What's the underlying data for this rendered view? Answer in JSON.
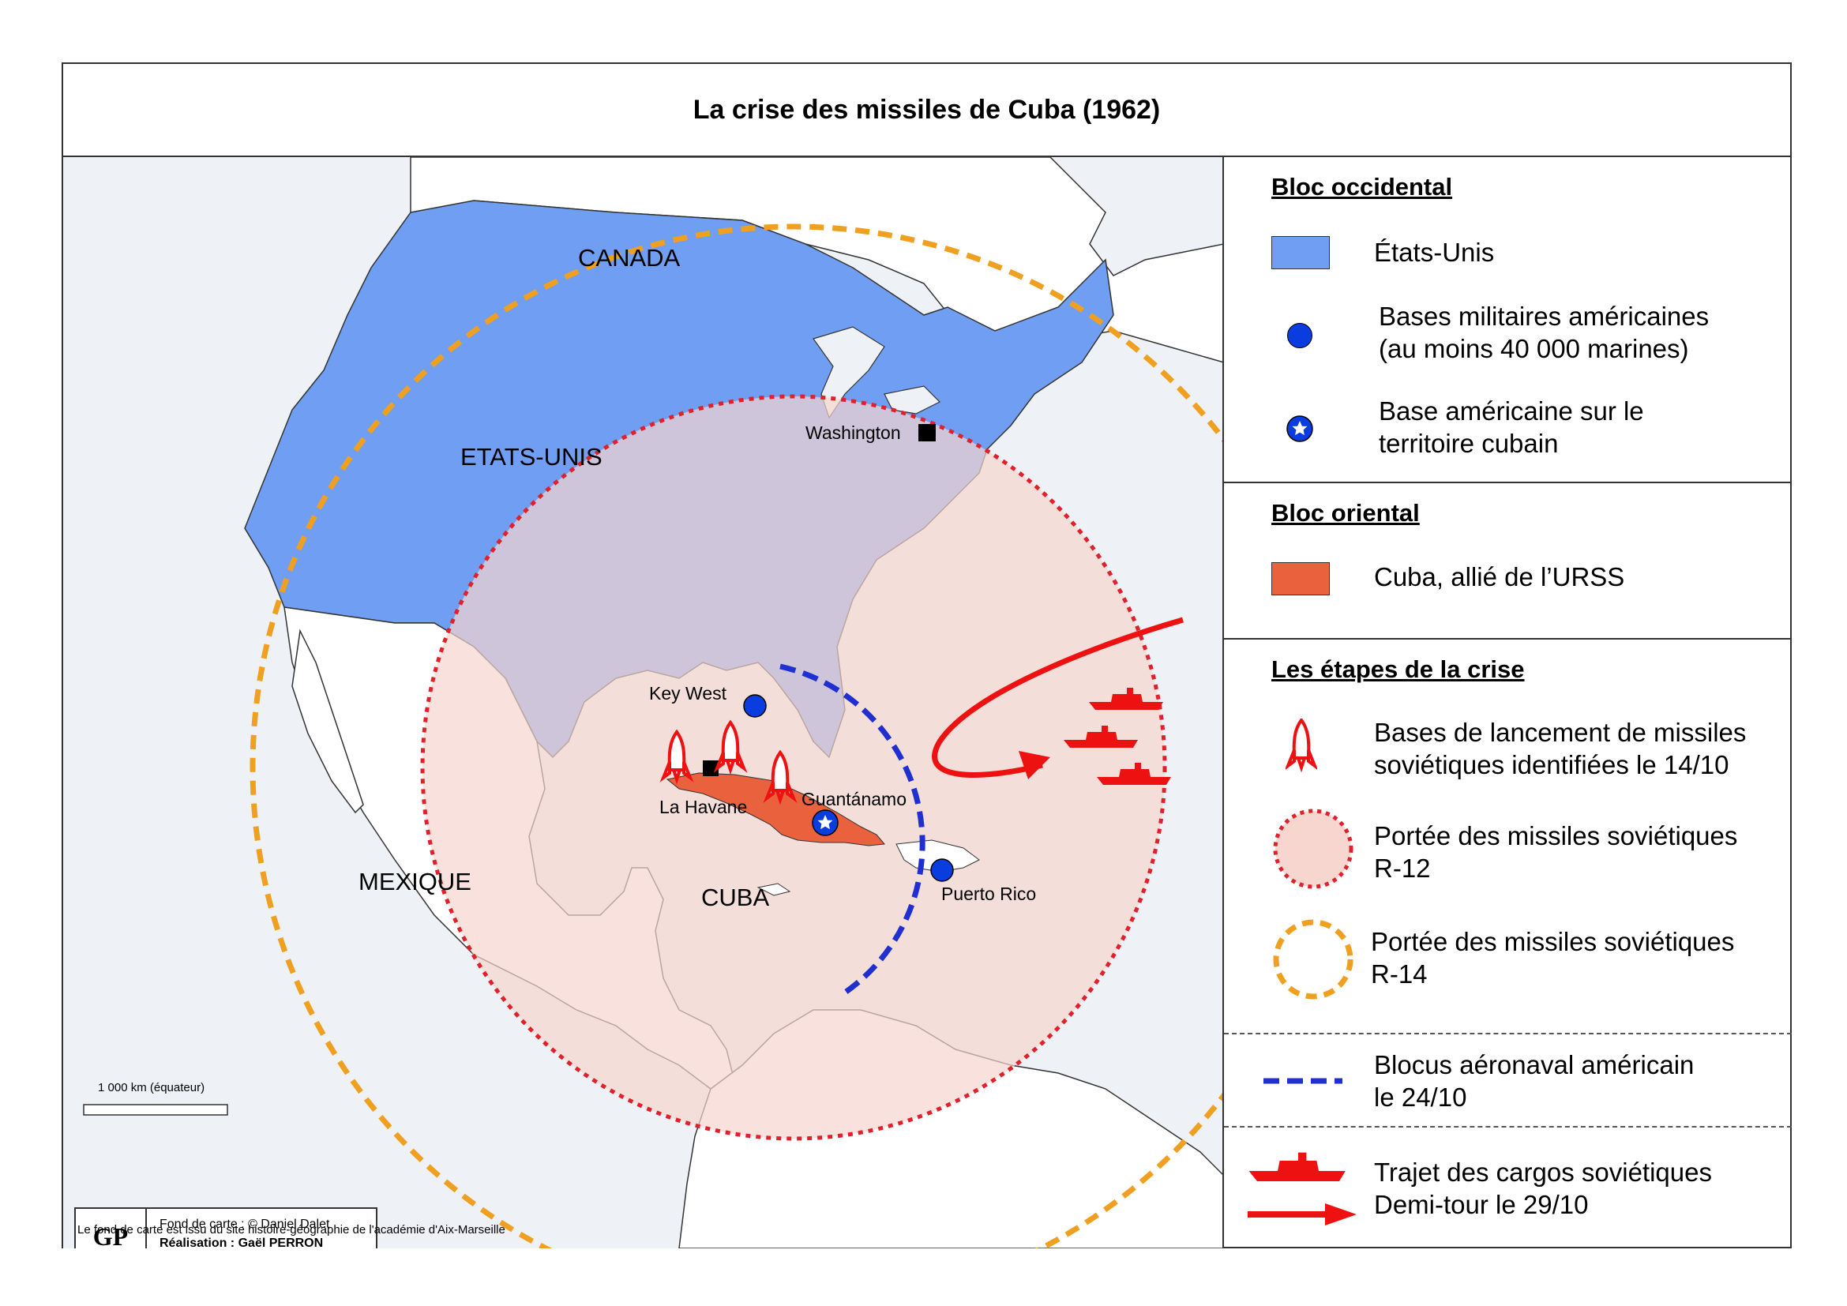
{
  "title": "La crise des missiles de Cuba (1962)",
  "colors": {
    "usa": "#6f9ef3",
    "cuba": "#e9613d",
    "r12_fill": "#f6d6cf",
    "r12_line": "#e0202a",
    "r14_line": "#f0a020",
    "blockade": "#2030d0",
    "soviet_red": "#ee1111",
    "us_base": "#0a3de0",
    "sea": "#eef1f6"
  },
  "map": {
    "labels": {
      "canada": "CANADA",
      "usa": "ETATS-UNIS",
      "mexique": "MEXIQUE",
      "cuba": "CUBA",
      "washington": "Washington",
      "key_west": "Key West",
      "la_havane": "La Havane",
      "guantanamo": "Guantánamo",
      "puerto_rico": "Puerto Rico"
    },
    "scale_label": "1 000 km (équateur)",
    "credits": {
      "logo": "GP",
      "fond": "Fond de carte : © Daniel Dalet",
      "realisation_label": "Réalisation :",
      "realisation_name": "Gaël PERRON"
    },
    "source_note": "Le fond de carte est issu du site histoire-géographie de l'académie d'Aix-Marseille"
  },
  "legend": {
    "bloc_occidental": {
      "heading": "Bloc occidental",
      "usa": "États-Unis",
      "bases_line1": "Bases militaires américaines",
      "bases_line2": "(au moins 40 000 marines)",
      "base_cuba_line1": "Base américaine sur le",
      "base_cuba_line2": "territoire cubain"
    },
    "bloc_oriental": {
      "heading": "Bloc oriental",
      "cuba": "Cuba, allié de l’URSS"
    },
    "etapes": {
      "heading": "Les étapes de la crise",
      "bases_line1": "Bases de lancement de missiles",
      "bases_line2": "soviétiques identifiées le 14/10",
      "r12_line1": "Portée des missiles soviétiques",
      "r12_line2": "R-12",
      "r14_line1": "Portée des missiles soviétiques",
      "r14_line2": "R-14",
      "blocus_line1": "Blocus aéronaval américain",
      "blocus_line2": "le 24/10",
      "cargos_line1": "Trajet des cargos soviétiques",
      "cargos_line2": "Demi-tour le 29/10"
    }
  }
}
